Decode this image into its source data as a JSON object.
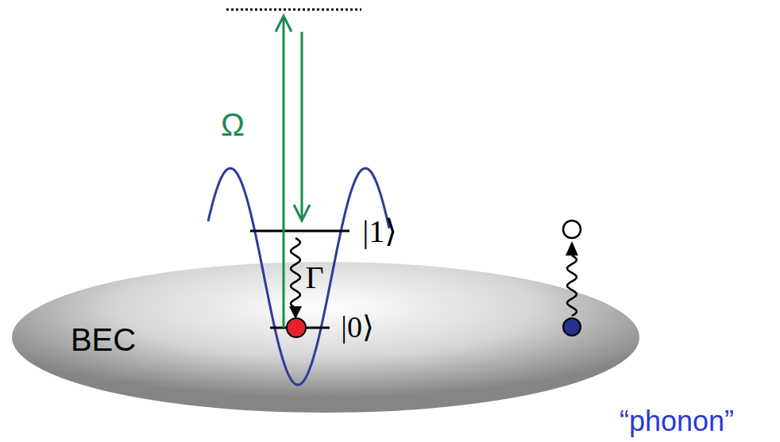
{
  "diagram": {
    "nodes": [
      {
        "text": [
          "BEC"
        ]
      }
    ],
    "labels": [
      "Ω",
      "|1⟩",
      "Γ",
      "|0⟩",
      "“phonon”"
    ]
  }
}
